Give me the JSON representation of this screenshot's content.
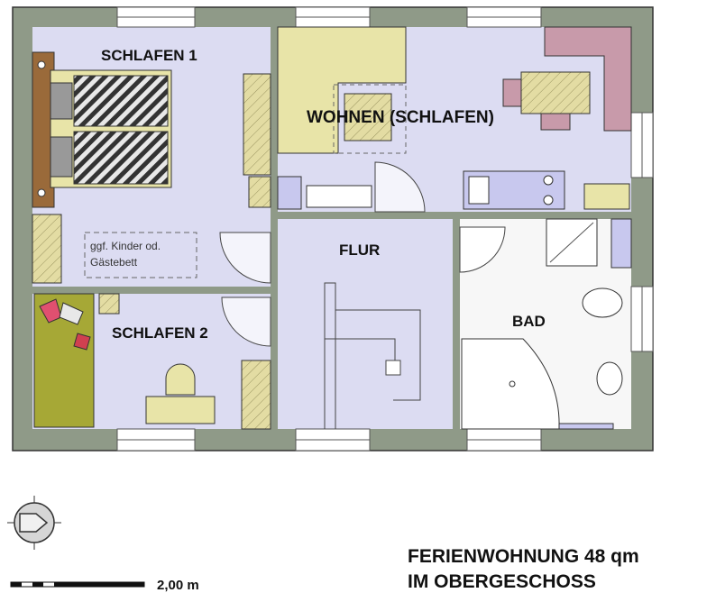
{
  "rooms": {
    "schlafen1": "SCHLAFEN 1",
    "wohnen": "WOHNEN (SCHLAFEN)",
    "flur": "FLUR",
    "schlafen2": "SCHLAFEN 2",
    "bad": "BAD"
  },
  "notes": {
    "line1": "ggf. Kinder od.",
    "line2": "Gästebett"
  },
  "scale": {
    "label": "2,00 m"
  },
  "title": {
    "line1": "FERIENWOHNUNG 48 qm",
    "line2": "IM OBERGESCHOSS"
  },
  "colors": {
    "wall": "#8f9a88",
    "room": "#dcdcf2",
    "bath": "#f7f7f7",
    "furniture": "#e8e4a8",
    "bedspread": "#a6a836",
    "cabinet": "#d8cf9a",
    "counter": "#c8c8ee",
    "corner": "#c89aaa"
  },
  "icons": {
    "north": "compass-north-icon"
  }
}
